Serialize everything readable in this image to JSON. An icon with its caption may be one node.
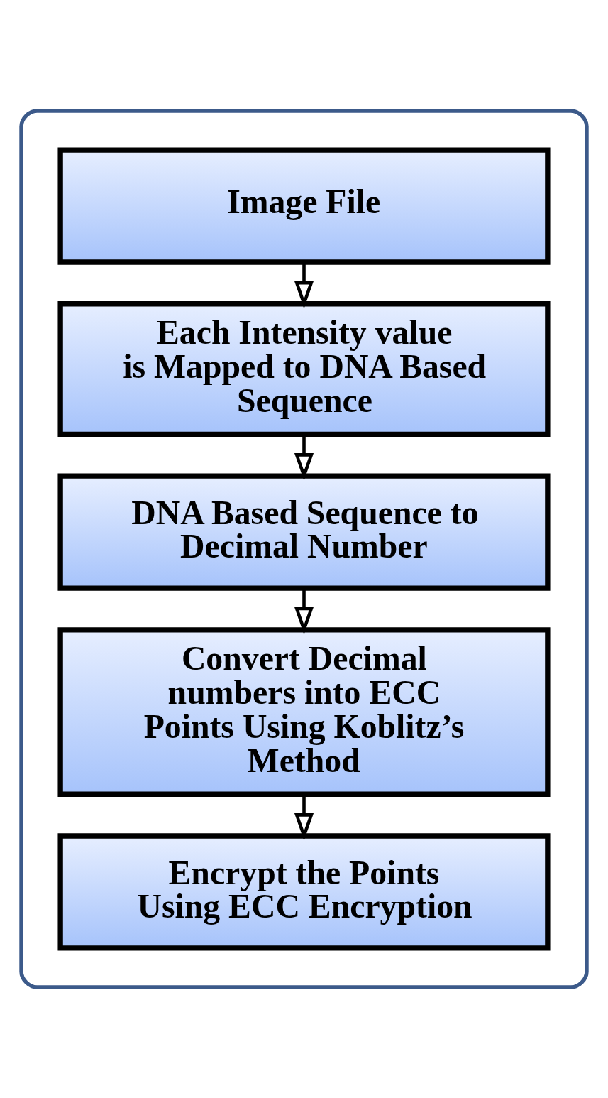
{
  "diagram": {
    "nodes": [
      {
        "text": [],
        "shape": "box"
      },
      {
        "text": [
          "Image File"
        ],
        "in": 0
      },
      {
        "text": [
          "Each Intensity value is Mapped to DNA Based Sequence"
        ],
        "in": 0
      },
      {
        "text": [
          "DNA Based Sequence to Decimal Number"
        ],
        "in": 0
      },
      {
        "text": [
          "Convert Decimal numbers into ECC Points Using Koblitz’s Method"
        ],
        "in": 0
      },
      {
        "text": [
          "Encrypt the Points Using ECC Encryption"
        ],
        "in": 0
      }
    ],
    "edges": [
      {
        "from": 1,
        "to": 2,
        "arrow": "to"
      },
      {
        "from": 2,
        "to": 3,
        "arrow": "to"
      },
      {
        "from": 3,
        "to": 4,
        "arrow": "to"
      },
      {
        "from": 4,
        "to": 5,
        "arrow": "to"
      }
    ]
  }
}
